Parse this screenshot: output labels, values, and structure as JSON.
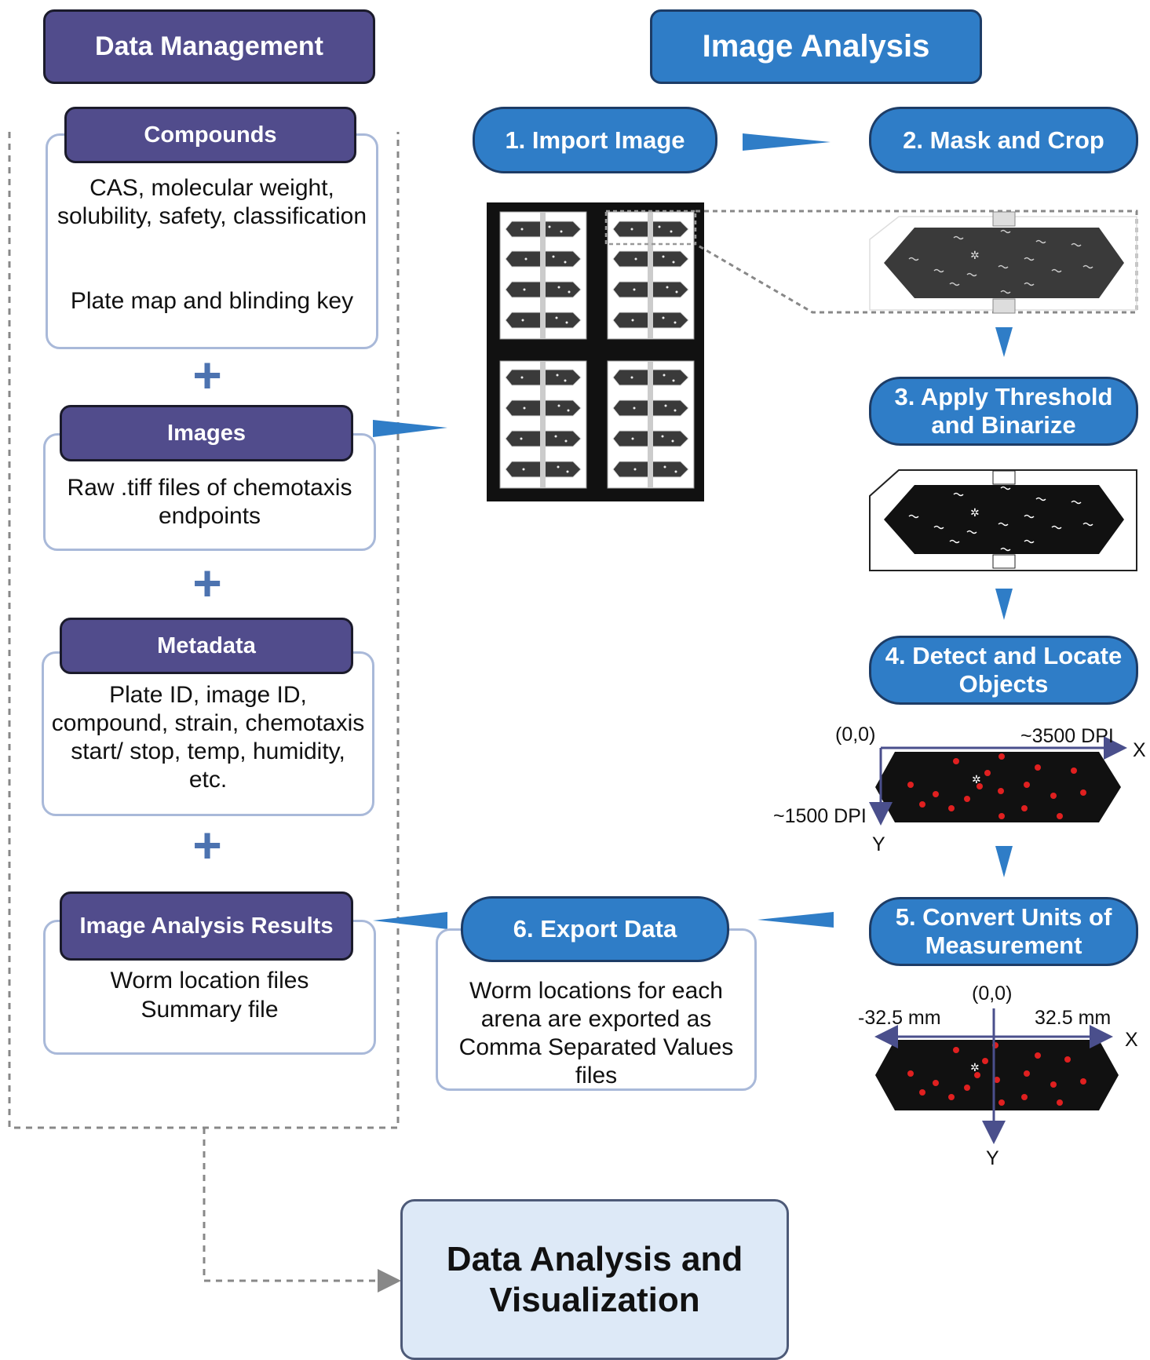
{
  "headers": {
    "data_management": "Data Management",
    "image_analysis": "Image Analysis"
  },
  "cards": {
    "compounds": {
      "title": "Compounds",
      "text1": "CAS, molecular weight, solubility, safety, classification",
      "text2": "Plate map and blinding key"
    },
    "images": {
      "title": "Images",
      "text": "Raw .tiff files of chemotaxis endpoints"
    },
    "metadata": {
      "title": "Metadata",
      "text": "Plate ID, image ID, compound, strain, chemotaxis start/ stop, temp, humidity, etc."
    },
    "results": {
      "title": "Image Analysis Results",
      "text1": "Worm location files",
      "text2": "Summary file"
    }
  },
  "plus": "+",
  "steps": {
    "s1": "1. Import Image",
    "s2": "2. Mask and Crop",
    "s3": "3. Apply Threshold and Binarize",
    "s4": "4. Detect and Locate Objects",
    "s5": "5. Convert Units of Measurement",
    "s6": "6. Export Data"
  },
  "export_text": "Worm locations for each arena are exported as Comma Separated Values files",
  "axes4": {
    "origin": "(0,0)",
    "x_dpi": "~3500 DPI",
    "y_dpi": "~1500 DPI",
    "x": "X",
    "y": "Y"
  },
  "axes5": {
    "origin": "(0,0)",
    "neg": "-32.5 mm",
    "pos": "32.5 mm",
    "x": "X",
    "y": "Y"
  },
  "final": "Data Analysis and Visualization",
  "colors": {
    "purple": "#514c8c",
    "blue": "#2f7dc7",
    "card_border": "#a9b9d9",
    "plus": "#4d73b0",
    "final_bg": "#dde9f7"
  }
}
